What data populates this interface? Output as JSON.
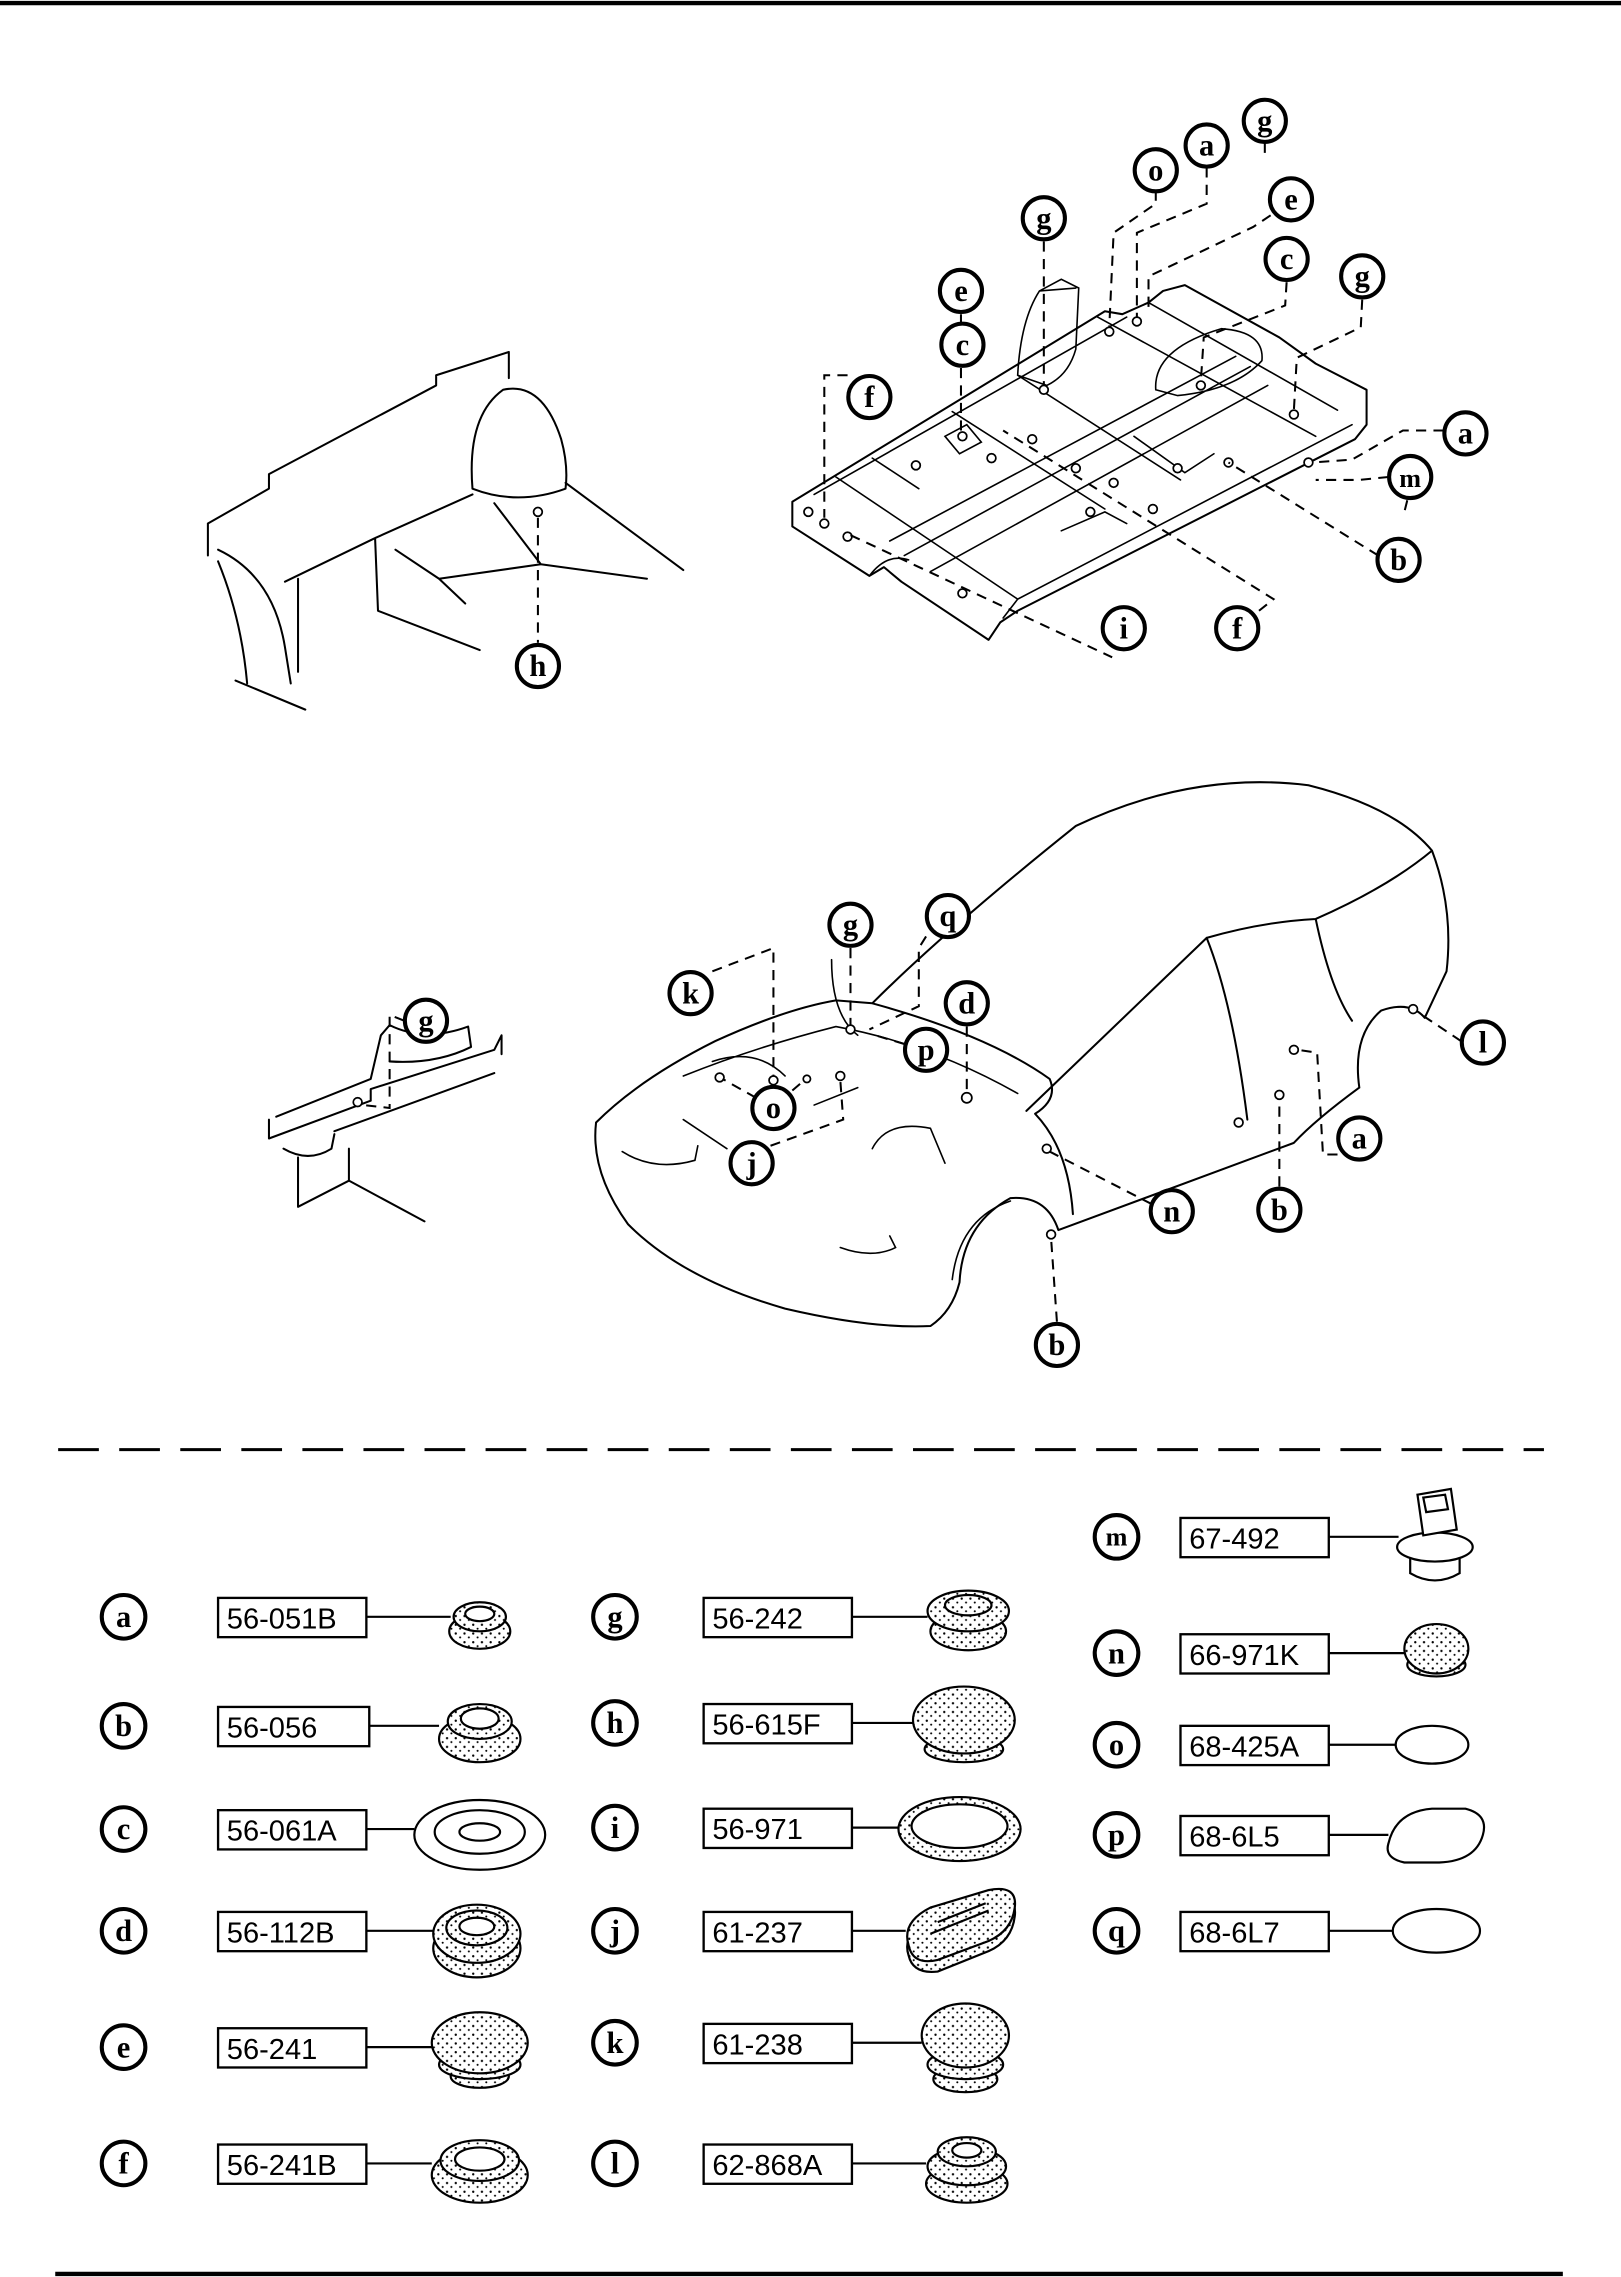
{
  "views": {
    "rear_wheelhouse": {
      "callouts": [
        "h"
      ]
    },
    "floor_pan": {
      "callouts": [
        "o",
        "a",
        "g",
        "g",
        "e",
        "c",
        "g",
        "e",
        "c",
        "f",
        "a",
        "m",
        "b",
        "i",
        "f"
      ]
    },
    "front_rail": {
      "callouts": [
        "g"
      ]
    },
    "body": {
      "callouts": [
        "k",
        "g",
        "q",
        "d",
        "p",
        "o",
        "j",
        "l",
        "a",
        "n",
        "b",
        "b"
      ]
    }
  },
  "legend": {
    "columns": [
      [
        {
          "letter": "a",
          "part": "56-051B"
        },
        {
          "letter": "b",
          "part": "56-056"
        },
        {
          "letter": "c",
          "part": "56-061A"
        },
        {
          "letter": "d",
          "part": "56-112B"
        },
        {
          "letter": "e",
          "part": "56-241"
        },
        {
          "letter": "f",
          "part": "56-241B"
        }
      ],
      [
        {
          "letter": "g",
          "part": "56-242"
        },
        {
          "letter": "h",
          "part": "56-615F"
        },
        {
          "letter": "i",
          "part": "56-971"
        },
        {
          "letter": "j",
          "part": "61-237"
        },
        {
          "letter": "k",
          "part": "61-238"
        },
        {
          "letter": "l",
          "part": "62-868A"
        }
      ],
      [
        {
          "letter": "m",
          "part": "67-492"
        },
        {
          "letter": "n",
          "part": "66-971K"
        },
        {
          "letter": "o",
          "part": "68-425A"
        },
        {
          "letter": "p",
          "part": "68-6L5"
        },
        {
          "letter": "q",
          "part": "68-6L7"
        }
      ]
    ]
  }
}
